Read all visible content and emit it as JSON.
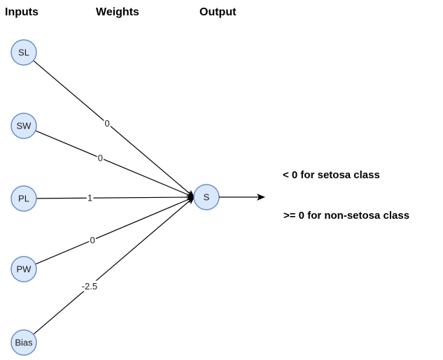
{
  "headers": {
    "inputs": "Inputs",
    "weights": "Weights",
    "output": "Output"
  },
  "inputs": [
    {
      "id": "sl",
      "label": "SL"
    },
    {
      "id": "sw",
      "label": "SW"
    },
    {
      "id": "pl",
      "label": "PL"
    },
    {
      "id": "pw",
      "label": "PW"
    },
    {
      "id": "bias",
      "label": "Bias"
    }
  ],
  "weights": [
    "0",
    "0",
    "1",
    "0",
    "-2.5"
  ],
  "output_node": {
    "label": "S"
  },
  "classes": {
    "negative": "< 0 for setosa class",
    "non_negative": ">= 0 for non-setosa class"
  },
  "colors": {
    "node_fill": "#dae8fc",
    "node_stroke": "#6c8ebf",
    "edge": "#000000"
  }
}
